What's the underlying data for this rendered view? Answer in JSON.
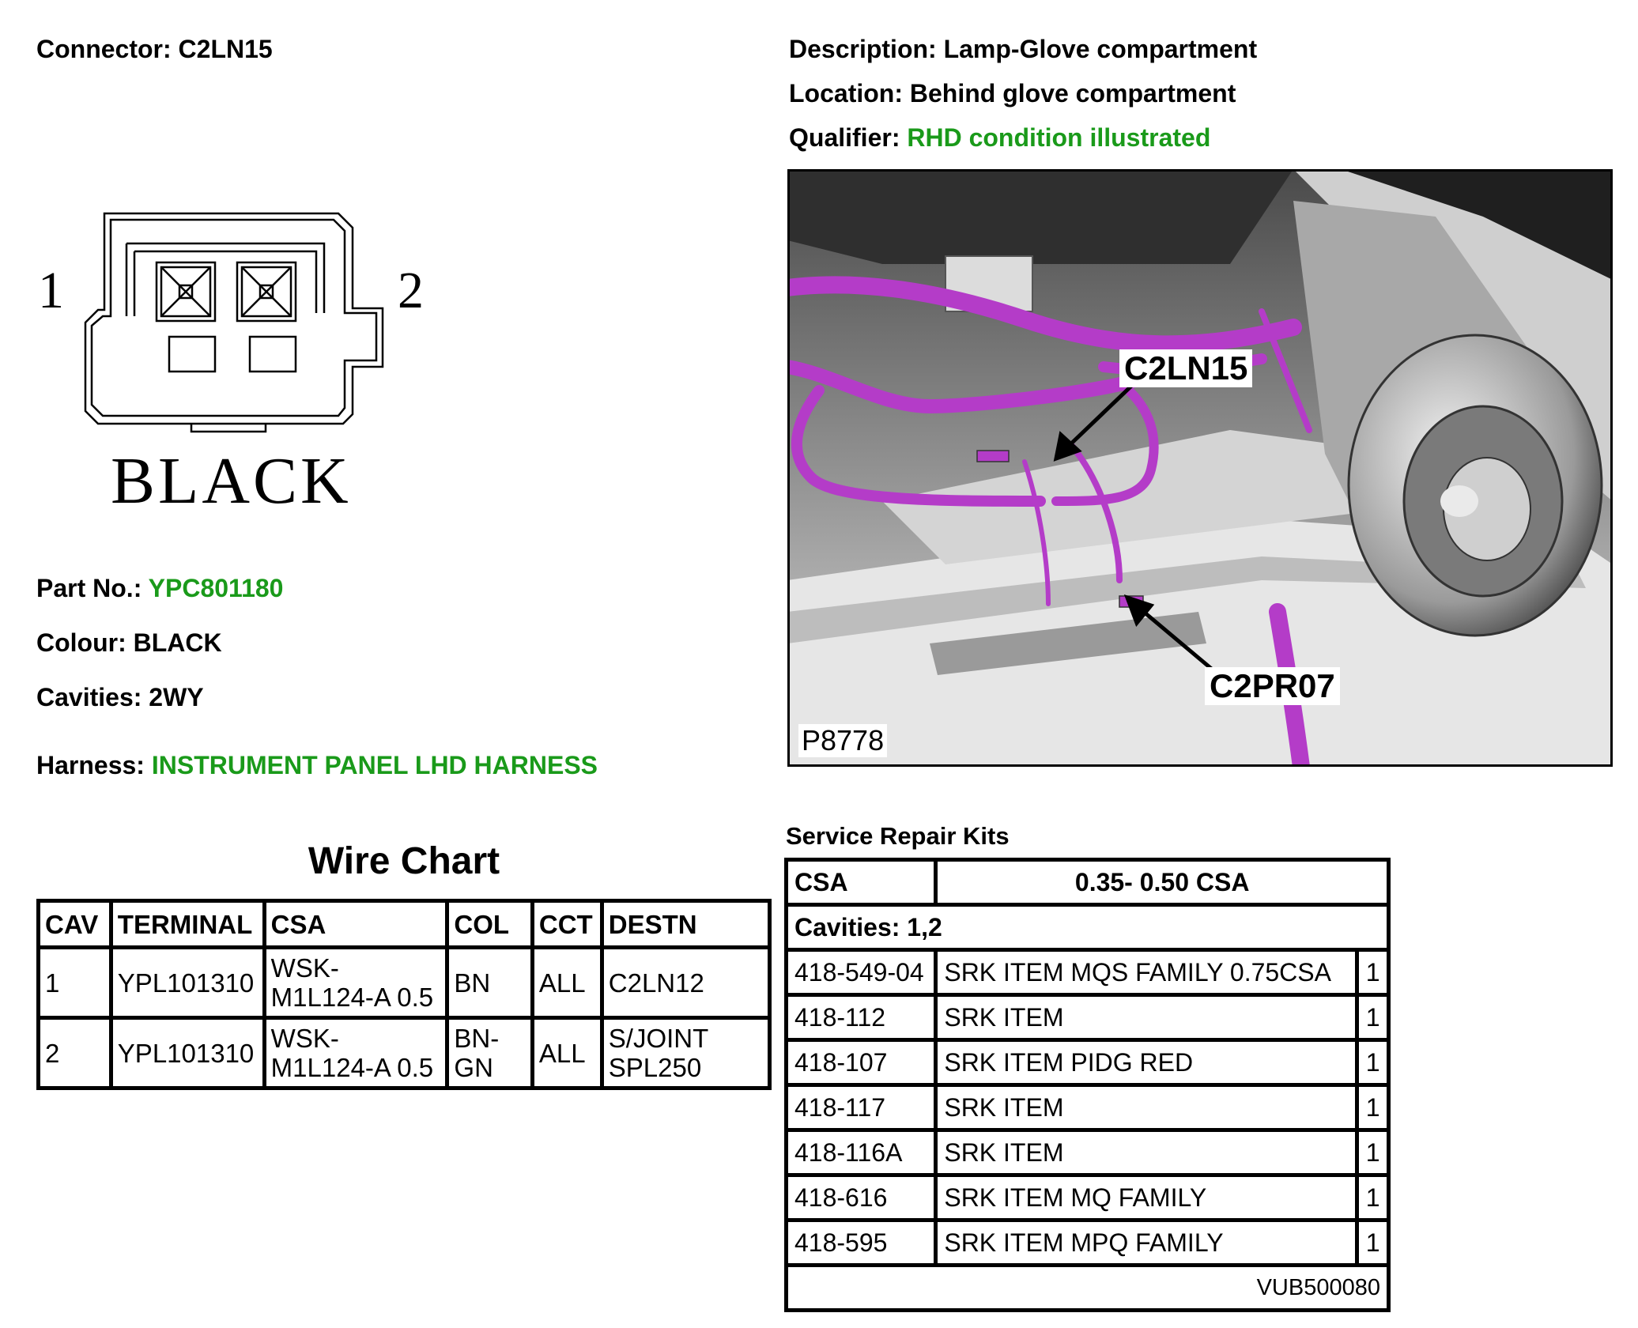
{
  "connector": {
    "label": "Connector:",
    "value": "C2LN15"
  },
  "description": {
    "label": "Description:",
    "value": "Lamp-Glove compartment"
  },
  "location": {
    "label": "Location:",
    "value": "Behind glove compartment"
  },
  "qualifier": {
    "label": "Qualifier:",
    "value": "RHD condition illustrated"
  },
  "diagram": {
    "pin_left": "1",
    "pin_right": "2",
    "colour_label": "BLACK"
  },
  "part_no": {
    "label": "Part No.:",
    "value": "YPC801180"
  },
  "colour": {
    "label": "Colour:",
    "value": "BLACK"
  },
  "cavities": {
    "label": "Cavities:",
    "value": "2WY"
  },
  "harness": {
    "label": "Harness:",
    "value": "INSTRUMENT PANEL LHD HARNESS"
  },
  "photo": {
    "callout_top": "C2LN15",
    "callout_bottom": "C2PR07",
    "ref": "P8778"
  },
  "wire_chart": {
    "title": "Wire Chart",
    "headers": [
      "CAV",
      "TERMINAL",
      "CSA",
      "COL",
      "CCT",
      "DESTN"
    ],
    "rows": [
      [
        "1",
        "YPL101310",
        "WSK-\nM1L124-A 0.5",
        "BN",
        "ALL",
        "C2LN12"
      ],
      [
        "2",
        "YPL101310",
        "WSK-\nM1L124-A 0.5",
        "BN-\nGN",
        "ALL",
        "S/JOINT\nSPL250"
      ]
    ]
  },
  "service_kits": {
    "title": "Service Repair Kits",
    "header_left": "CSA",
    "header_right": "0.35- 0.50 CSA",
    "cavities_row": "Cavities: 1,2",
    "items": [
      [
        "418-549-04",
        "SRK ITEM MQS FAMILY 0.75CSA",
        "1"
      ],
      [
        "418-112",
        "SRK ITEM",
        "1"
      ],
      [
        "418-107",
        "SRK ITEM PIDG RED",
        "1"
      ],
      [
        "418-117",
        "SRK ITEM",
        "1"
      ],
      [
        "418-116A",
        "SRK ITEM",
        "1"
      ],
      [
        "418-616",
        "SRK ITEM MQ FAMILY",
        "1"
      ],
      [
        "418-595",
        "SRK ITEM MPQ FAMILY",
        "1"
      ]
    ],
    "footer": "VUB500080"
  },
  "colors": {
    "accent_green": "#1a9a1a",
    "harness_magenta": "#b43cc8"
  }
}
